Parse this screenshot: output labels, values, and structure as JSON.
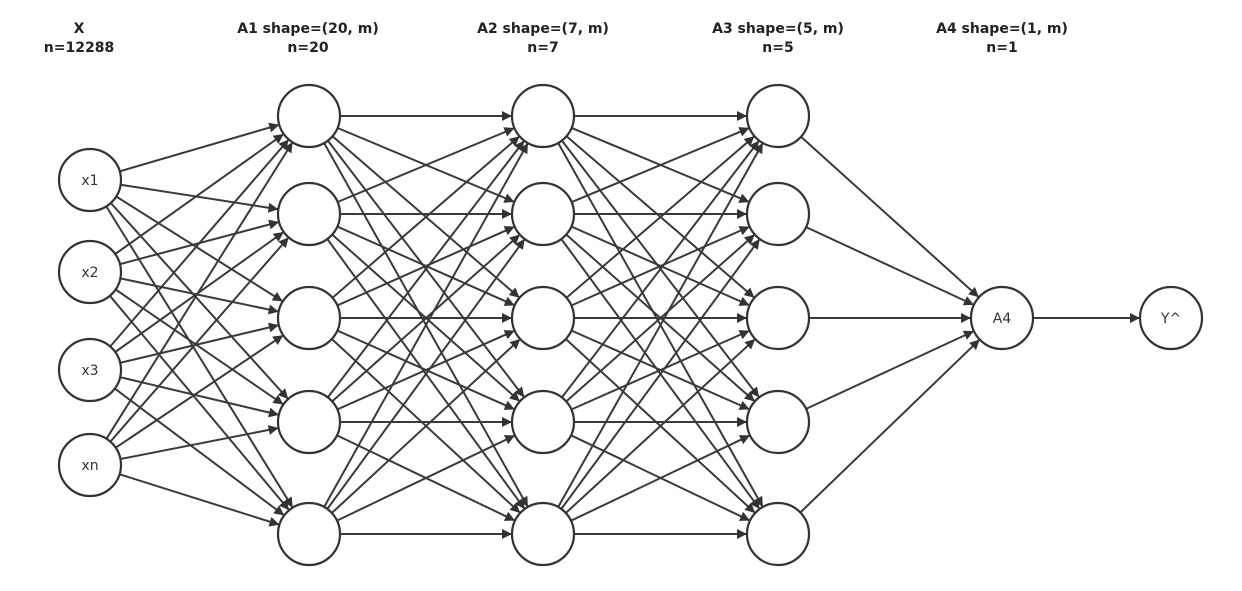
{
  "colors": {
    "edge": "#3a3a3a",
    "node_stroke": "#333333",
    "text": "#222222",
    "background": "#ffffff"
  },
  "layers": [
    {
      "key": "input",
      "title": "X",
      "subtitle": "n=12288",
      "nodes": [
        "x1",
        "x2",
        "x3",
        "xn"
      ]
    },
    {
      "key": "a1",
      "title": "A1 shape=(20, m)",
      "subtitle": "n=20",
      "nodes": [
        "",
        "",
        "",
        "",
        ""
      ]
    },
    {
      "key": "a2",
      "title": "A2 shape=(7, m)",
      "subtitle": "n=7",
      "nodes": [
        "",
        "",
        "",
        "",
        ""
      ]
    },
    {
      "key": "a3",
      "title": "A3 shape=(5, m)",
      "subtitle": "n=5",
      "nodes": [
        "",
        "",
        "",
        "",
        ""
      ]
    },
    {
      "key": "a4",
      "title": "A4 shape=(1, m)",
      "subtitle": "n=1",
      "nodes": [
        "A4"
      ]
    },
    {
      "key": "output",
      "title": "",
      "subtitle": "",
      "nodes": [
        "Y^"
      ]
    }
  ]
}
